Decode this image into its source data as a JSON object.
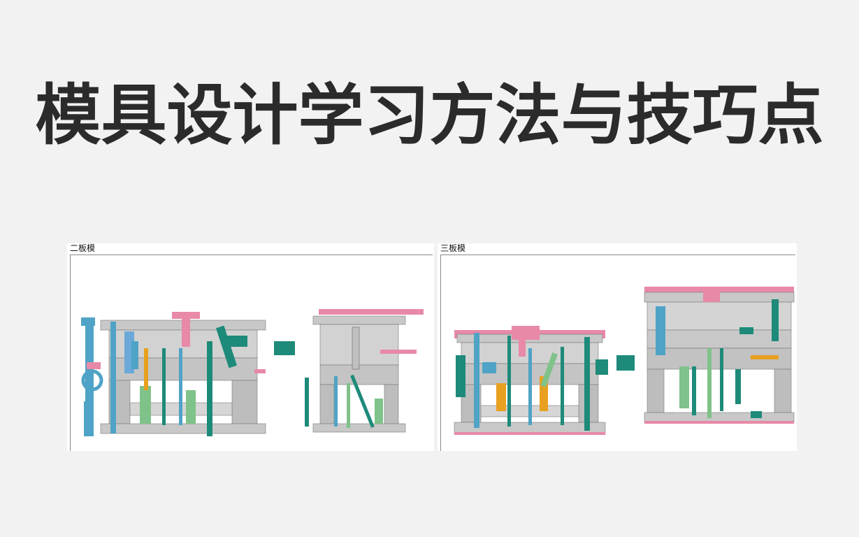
{
  "header": {
    "title": "模具设计学习方法与技巧点"
  },
  "panels": {
    "left": {
      "label": "二板模"
    },
    "right": {
      "label": "三板模"
    }
  },
  "colors": {
    "background": "#f2f2f2",
    "plate": "#c8c8c8",
    "plate_dark": "#a9a9a9",
    "teal": "#1e8a7a",
    "blue": "#4fa3c6",
    "green": "#7fc28a",
    "pink": "#e889a7",
    "orange": "#e8a020"
  }
}
